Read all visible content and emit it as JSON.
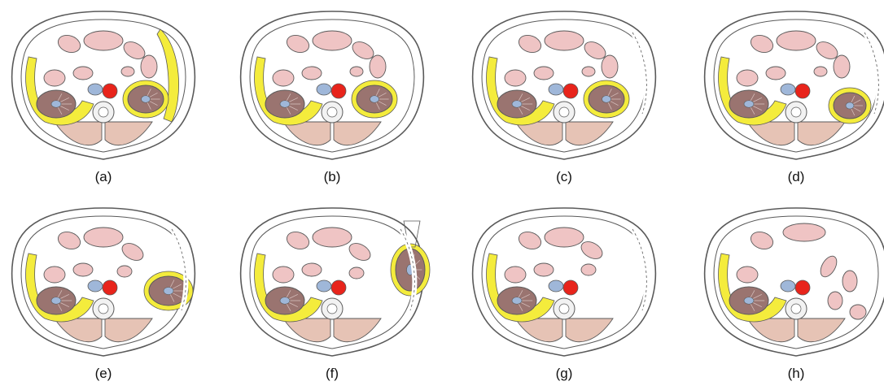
{
  "panels": [
    {
      "label": "(a)",
      "variant": "a"
    },
    {
      "label": "(b)",
      "variant": "b"
    },
    {
      "label": "(c)",
      "variant": "c"
    },
    {
      "label": "(d)",
      "variant": "d"
    },
    {
      "label": "(e)",
      "variant": "e"
    },
    {
      "label": "(f)",
      "variant": "f"
    },
    {
      "label": "(g)",
      "variant": "g"
    },
    {
      "label": "(h)",
      "variant": "h"
    }
  ],
  "colors": {
    "fat_yellow": "#f4ec3c",
    "kidney": "#9a7470",
    "bowel": "#efc4c4",
    "aorta": "#e8241b",
    "vein": "#9fb7d9",
    "muscle": "#e6c3b5",
    "outline": "#5a5a5a"
  }
}
